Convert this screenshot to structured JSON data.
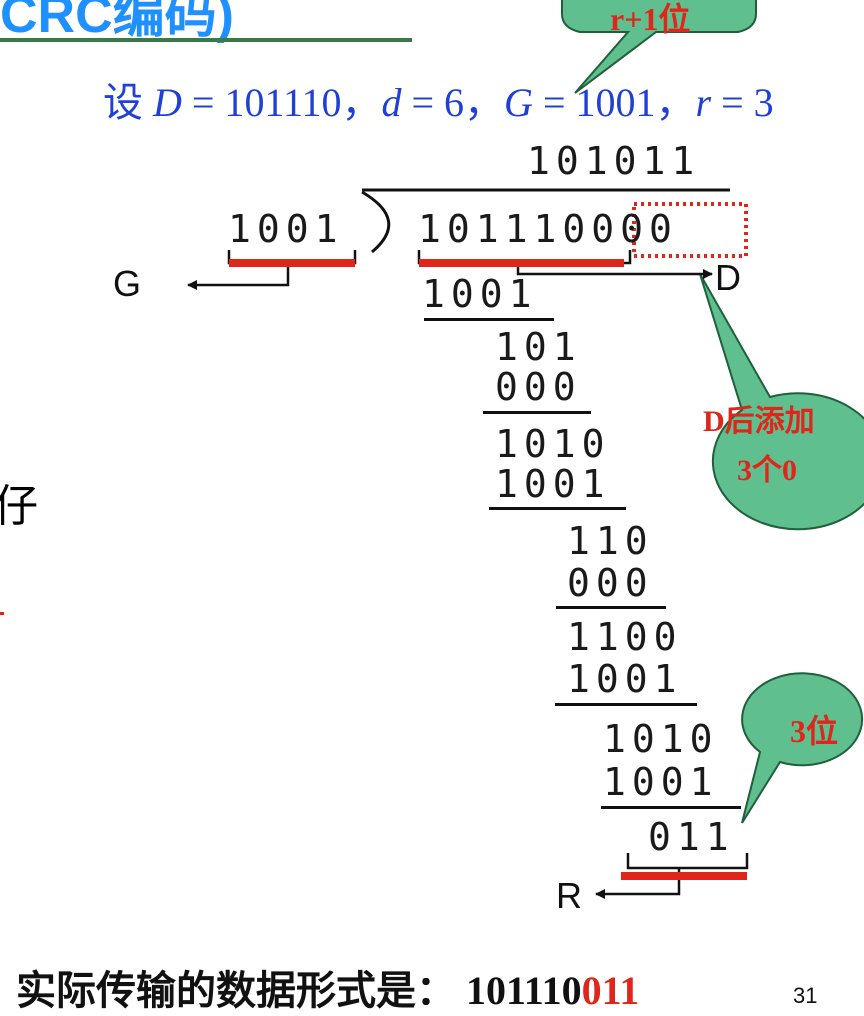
{
  "slide": {
    "title_fragment": "CRC编码)",
    "parameters": {
      "D": "101110",
      "d": "6",
      "G": "1001",
      "r": "3"
    },
    "side_char": "仔",
    "page_number": "31"
  },
  "division": {
    "quotient": "101011",
    "divisor": "1001",
    "dividend": "101110000",
    "steps": [
      {
        "value": "1001"
      },
      {
        "value": "101"
      },
      {
        "value": "000"
      },
      {
        "value": "1010"
      },
      {
        "value": "1001"
      },
      {
        "value": "110"
      },
      {
        "value": "000"
      },
      {
        "value": "1100"
      },
      {
        "value": "1001"
      },
      {
        "value": "1010"
      },
      {
        "value": "1001"
      }
    ],
    "remainder": "011"
  },
  "labels": {
    "G": "G",
    "D": "D",
    "R": "R"
  },
  "callouts": {
    "r_plus_1": "r+1位",
    "append_zeros_line1": "D后添加",
    "append_zeros_line2": "3个0",
    "three_bits": "3位"
  },
  "footer": {
    "text": "实际传输的数据形式是：",
    "data_black": "101110",
    "data_red": "011"
  },
  "colors": {
    "accent_red": "#e0261b",
    "bubble_fill": "#5fbf8e",
    "param_blue": "#1f3fd6",
    "title_blue": "#1e90ff"
  }
}
